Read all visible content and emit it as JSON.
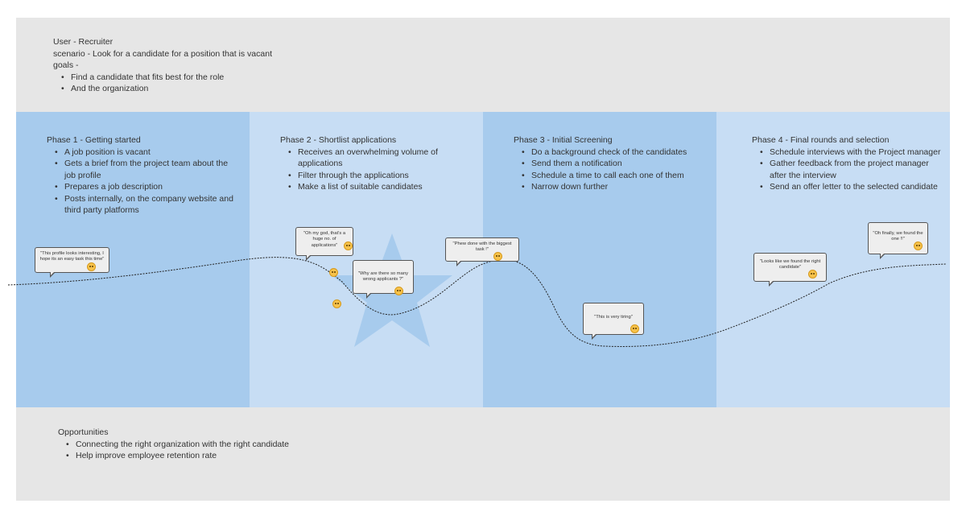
{
  "header": {
    "user": "User - Recruiter",
    "scenario": "scenario - Look for a candidate for a position that is vacant",
    "goals_label": "goals -",
    "goals": [
      "Find a candidate that fits best for the role",
      "And the organization"
    ]
  },
  "phases": [
    {
      "title": "Phase 1 - Getting started",
      "items": [
        "A job position is vacant",
        "Gets a brief from the project team about the job profile",
        "Prepares a job description",
        "Posts internally, on the company website and third party platforms"
      ]
    },
    {
      "title": "Phase 2 - Shortlist applications",
      "items": [
        "Receives an overwhelming volume of applications",
        "Filter through the applications",
        "Make a list of suitable candidates"
      ]
    },
    {
      "title": "Phase 3 - Initial Screening",
      "items": [
        "Do a background check of the candidates",
        "Send them a notification",
        "Schedule a time to call each one of them",
        "Narrow down further"
      ]
    },
    {
      "title": "Phase 4 - Final rounds and selection",
      "items": [
        "Schedule interviews with the Project manager",
        "Gather feedback from the project manager after the interview",
        "Send an offer letter to the selected candidate"
      ]
    }
  ],
  "bubbles": [
    "\"This profile looks interesting, I hope its an easy task this time\"",
    "\"Oh my god, that's a huge no. of applications\"",
    "\"Why are there so many wrong applicants ?\"",
    "\"Phew done with the biggest task !\"",
    "\"This is very tiring\"",
    "\"Looks like we found the right candidate\"",
    "\"Oh finally, we found the one !!\""
  ],
  "opportunities": {
    "title": "Opportunities",
    "items": [
      "Connecting the right organization with the right candidate",
      "Help improve employee retention rate"
    ]
  },
  "colors": {
    "board": "#e6e6e6",
    "phase_dark": "#a7cbed",
    "phase_light": "#c7ddf4",
    "star": "#a7cbed",
    "emoji": "#f7c24a"
  },
  "icons": [
    "star-icon",
    "emoji-icon"
  ]
}
